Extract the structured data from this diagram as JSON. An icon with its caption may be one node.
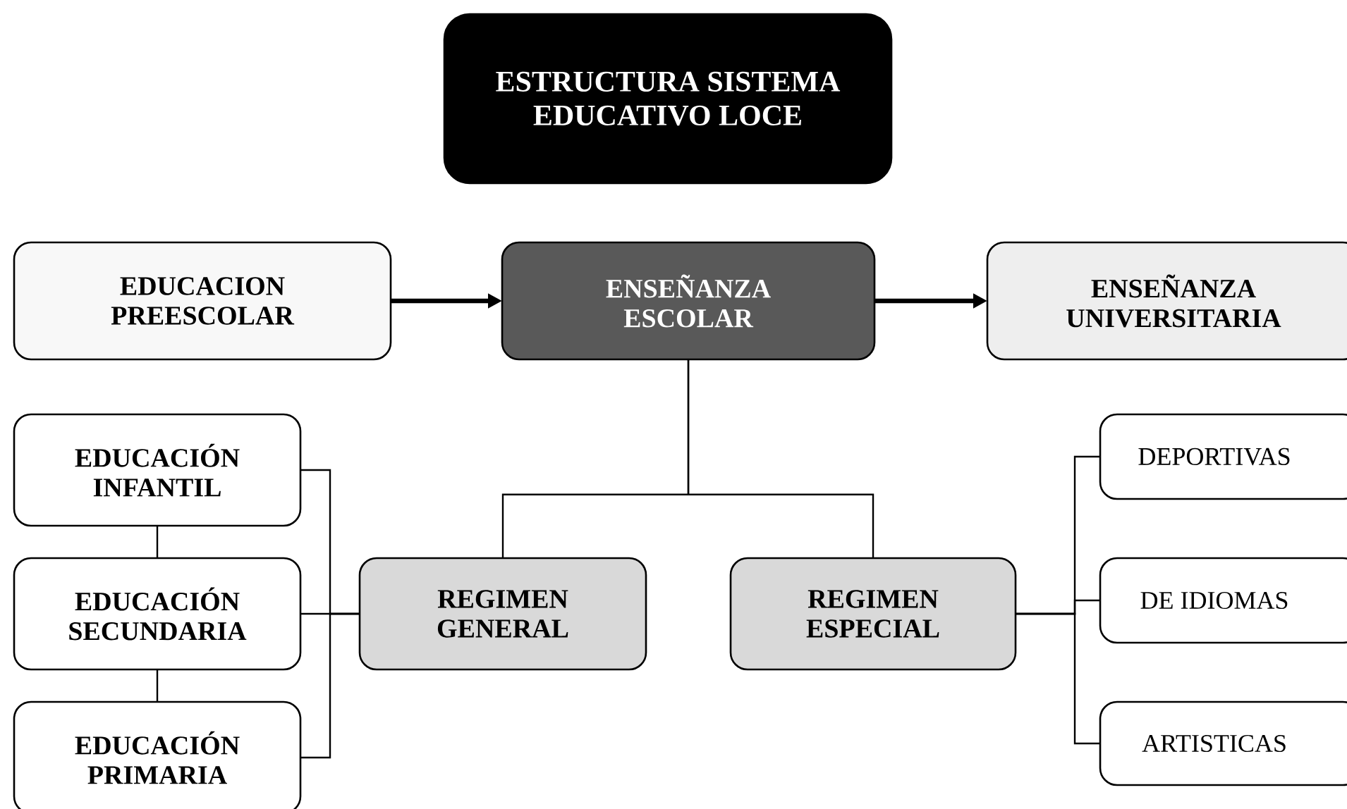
{
  "diagram": {
    "nodes": [
      {
        "text": [
          "ESTRUCTURA SISTEMA EDUCATIVO LOCE"
        ]
      },
      {
        "text": [
          "EDUCACION PREESCOLAR"
        ]
      },
      {
        "text": [
          "ENSEÑANZA ESCOLAR"
        ]
      },
      {
        "text": [
          "ENSEÑANZA UNIVERSITARIA"
        ]
      },
      {
        "text": [
          "EDUCACIÓN INFANTIL"
        ]
      },
      {
        "text": [
          "EDUCACIÓN SECUNDARIA"
        ]
      },
      {
        "text": [
          "REGIMEN GENERAL"
        ]
      },
      {
        "text": [
          "REGIMEN ESPECIAL"
        ]
      },
      {
        "text": [
          "DEPORTIVAS"
        ]
      },
      {
        "text": [
          "DE IDIOMAS"
        ]
      },
      {
        "text": [
          "EDUCACIÓN PRIMARIA"
        ]
      },
      {
        "text": [
          "ARTISTICAS"
        ]
      }
    ],
    "edges": [
      {
        "from": 1,
        "to": 2,
        "arrow": "to",
        "style": "thick"
      },
      {
        "from": 2,
        "to": 3,
        "arrow": "to",
        "style": "thick"
      },
      {
        "from": 2,
        "to": 6,
        "arrow": "none"
      },
      {
        "from": 2,
        "to": 7,
        "arrow": "none"
      },
      {
        "from": 4,
        "to": 5,
        "arrow": "none"
      },
      {
        "from": 5,
        "to": 10,
        "arrow": "none"
      },
      {
        "from": 6,
        "to": 4,
        "arrow": "none"
      },
      {
        "from": 6,
        "to": 5,
        "arrow": "none"
      },
      {
        "from": 6,
        "to": 10,
        "arrow": "none"
      },
      {
        "from": 7,
        "to": 8,
        "arrow": "none"
      },
      {
        "from": 7,
        "to": 9,
        "arrow": "none"
      },
      {
        "from": 7,
        "to": 11,
        "arrow": "none"
      }
    ]
  }
}
